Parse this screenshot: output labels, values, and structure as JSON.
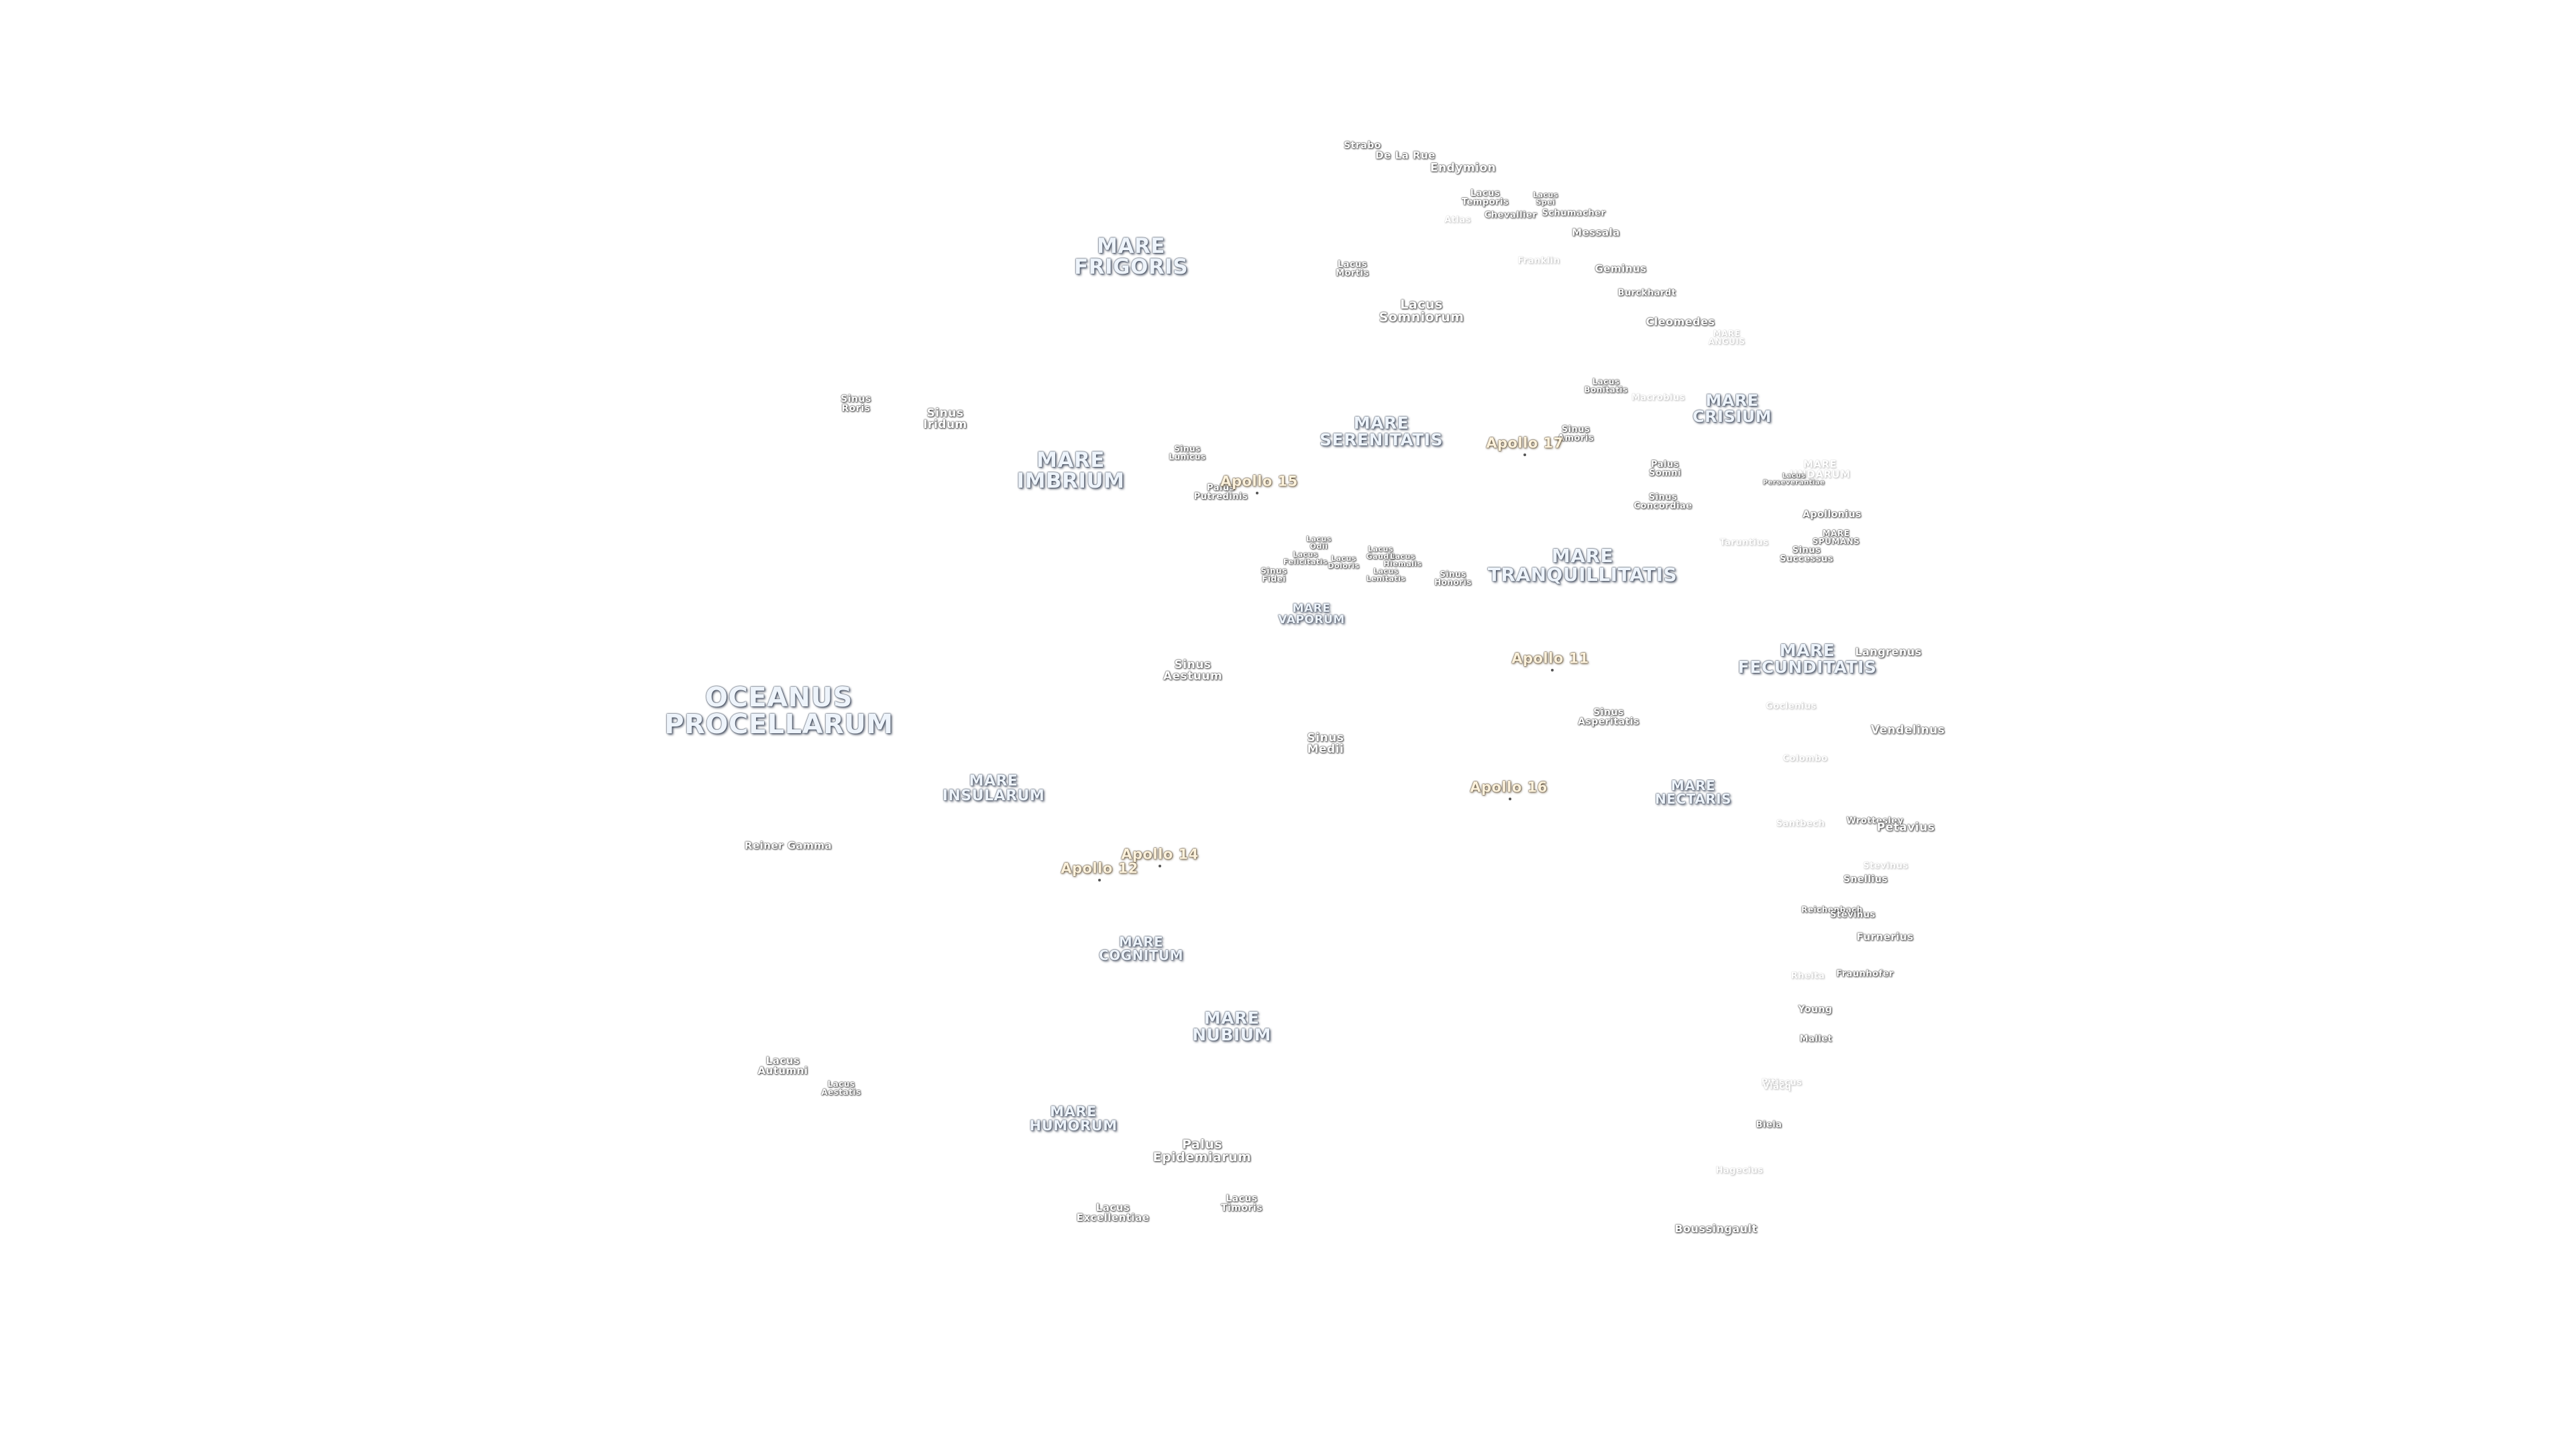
{
  "map": {
    "maria": {
      "oceanus_procellarum": "OCEANUS\nPROCELLARUM",
      "mare_frigoris": "MARE\nFRIGORIS",
      "mare_imbrium": "MARE\nIMBRIUM",
      "mare_serenitatis": "MARE\nSERENITATIS",
      "mare_crisium": "MARE\nCRISIUM",
      "mare_tranquillitatis": "MARE\nTRANQUILLITATIS",
      "mare_vaporum": "MARE\nVAPORUM",
      "mare_fecunditatis": "MARE\nFECUNDITATIS",
      "mare_insularum": "MARE\nINSULARUM",
      "mare_nectaris": "MARE\nNECTARIS",
      "mare_cognitum": "MARE\nCOGNITUM",
      "mare_nubium": "MARE\nNUBIUM",
      "mare_humorum": "MARE\nHUMORUM",
      "mare_anguis": "MARE\nANGUIS",
      "mare_undarum": "MARE\nUNDARUM",
      "mare_spumans": "MARE\nSPUMANS"
    },
    "features": {
      "strabo": "Strabo",
      "de_la_rue": "De La Rue",
      "endymion": "Endymion",
      "lacus_temporis": "Lacus\nTemporis",
      "lacus_spei": "Lacus\nSpei",
      "atlas": "Atlas",
      "chevallier": "Chevallier",
      "schumacher": "Schumacher",
      "messala": "Messala",
      "franklin": "Franklin",
      "geminus": "Geminus",
      "lacus_mortis": "Lacus\nMortis",
      "burckhardt": "Burckhardt",
      "lacus_somniorum": "Lacus\nSomniorum",
      "cleomedes": "Cleomedes",
      "lacus_bonitatis": "Lacus\nBonitatis",
      "macrobius": "Macrobius",
      "sinus_roris": "Sinus\nRoris",
      "sinus_iridum": "Sinus\nIridum",
      "sinus_amoris": "Sinus\nAmoris",
      "sinus_lunicus": "Sinus\nLunicus",
      "palus_putredinis": "Palus\nPutredinis",
      "palus_somni": "Palus\nSomni",
      "lacus_perseverantiae": "Lacus\nPerseverantiae",
      "sinus_concordiae": "Sinus\nConcordiae",
      "apollonius": "Apollonius",
      "lacus_odii": "Lacus\nOdii",
      "lacus_felicitatis": "Lacus\nFelicitatis",
      "lacus_doloris": "Lacus\nDoloris",
      "lacus_gaudii": "Lacus\nGaudii",
      "lacus_hiemalis": "Lacus\nHiemalis",
      "lacus_lenitatis": "Lacus\nLenitatis",
      "sinus_honoris": "Sinus\nHonoris",
      "sinus_fidei": "Sinus\nFidei",
      "taruntius": "Taruntius",
      "sinus_successus": "Sinus\nSuccessus",
      "langrenus": "Langrenus",
      "sinus_aestuum": "Sinus\nAestuum",
      "sinus_asperitatis": "Sinus\nAsperitatis",
      "goclenius": "Goclenius",
      "vendelinus": "Vendelinus",
      "sinus_medii": "Sinus\nMedii",
      "colombo": "Colombo",
      "reiner_gamma": "Reiner Gamma",
      "santbech": "Santbech",
      "wrottesley": "Wrottesley",
      "petavius": "Petavius",
      "snellius": "Snellius",
      "stevinus": "Stevinus",
      "reichenbach": "Reichenbach",
      "furnerius": "Furnerius",
      "rheita": "Rheita",
      "fraunhofer": "Fraunhofer",
      "young": "Young",
      "mallet": "Mallet",
      "lacus_autumni": "Lacus\nAutumni",
      "lacus_aestatis": "Lacus\nAestatis",
      "pitiscus": "Pitiscus",
      "vlacq": "Vlacq",
      "biela": "Biela",
      "palus_epidemiarum": "Palus\nEpidemiarum",
      "hagecius": "Hagecius",
      "lacus_excellentiae": "Lacus\nExcellentiae",
      "lacus_timoris": "Lacus\nTimoris",
      "boussingault": "Boussingault"
    },
    "apollo_sites": {
      "apollo_15": "Apollo 15",
      "apollo_17": "Apollo 17",
      "apollo_11": "Apollo 11",
      "apollo_16": "Apollo 16",
      "apollo_14": "Apollo 14",
      "apollo_12": "Apollo 12"
    }
  }
}
